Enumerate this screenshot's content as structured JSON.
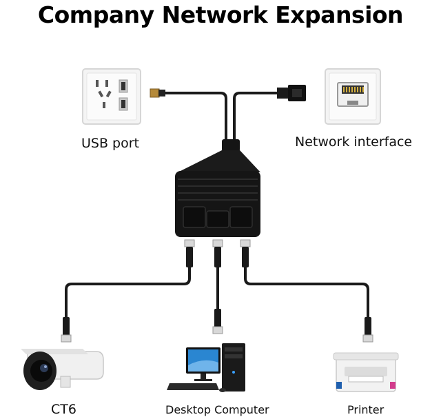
{
  "title": "Company Network Expansion",
  "labels": {
    "usb_port": "USB port",
    "network_interface": "Network interface",
    "ct6": "CT6",
    "desktop_computer": "Desktop Computer",
    "printer": "Printer"
  },
  "colors": {
    "cable": "#1a1a1a",
    "splitter_body": "#151515",
    "outlet_face": "#f3f3f3",
    "monitor_screen": "#2a86d1",
    "camera_body": "#f0f0f0"
  }
}
